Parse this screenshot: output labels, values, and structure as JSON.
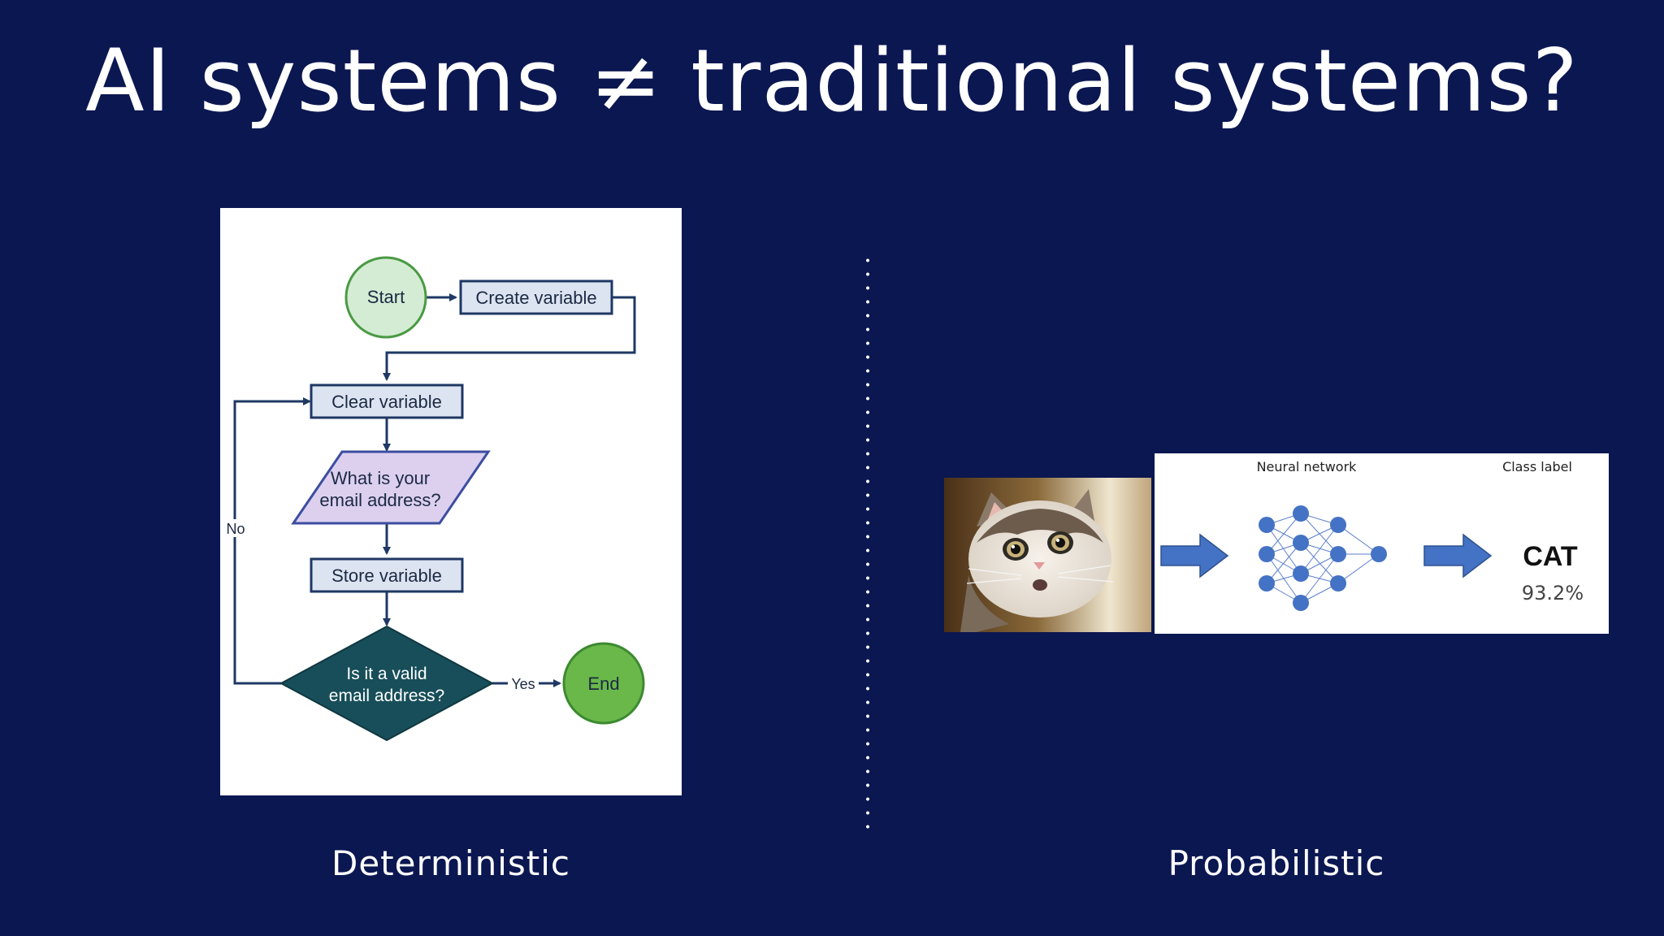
{
  "title": "AI systems ≠ traditional systems?",
  "flowchart": {
    "start": "Start",
    "create": "Create variable",
    "clear": "Clear variable",
    "ask_line1": "What is your",
    "ask_line2": "email address?",
    "store": "Store variable",
    "check_line1": "Is it a valid",
    "check_line2": "email address?",
    "yes": "Yes",
    "no": "No",
    "end": "End"
  },
  "classifier": {
    "network_label": "Neural network",
    "class_label_header": "Class label",
    "prediction": "CAT",
    "confidence": "93.2%"
  },
  "captions": {
    "left": "Deterministic",
    "right": "Probabilistic"
  },
  "colors": {
    "background": "#0b1751",
    "flow_box": "#dde4f1",
    "flow_stroke": "#1f3864",
    "start_fill": "#d4ecd4",
    "end_fill": "#6ab84a",
    "ask_fill": "#ddd0ef",
    "decision_fill": "#174e59",
    "nn_blue": "#4472c4"
  }
}
